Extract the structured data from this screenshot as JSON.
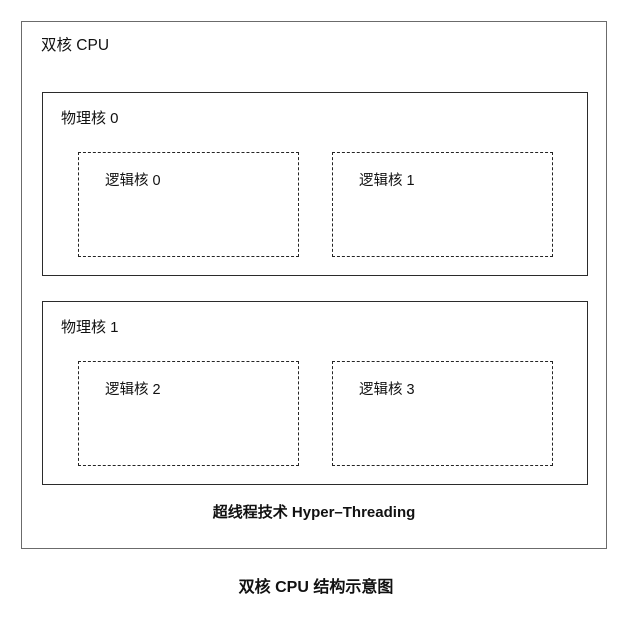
{
  "figure": {
    "caption": "双核 CPU 结构示意图",
    "package_title": "双核 CPU",
    "footer_note": "超线程技术 Hyper–Threading",
    "colors": {
      "package_border": "#6b6b6b",
      "physical_core_border": "#2b2b2b",
      "logical_core_border": "#242424",
      "background": "#ffffff",
      "text": "#111111"
    },
    "physical_cores": [
      {
        "label": "物理核 0",
        "logical_cores": [
          {
            "label": "逻辑核 0"
          },
          {
            "label": "逻辑核 1"
          }
        ]
      },
      {
        "label": "物理核 1",
        "logical_cores": [
          {
            "label": "逻辑核 2"
          },
          {
            "label": "逻辑核 3"
          }
        ]
      }
    ]
  }
}
